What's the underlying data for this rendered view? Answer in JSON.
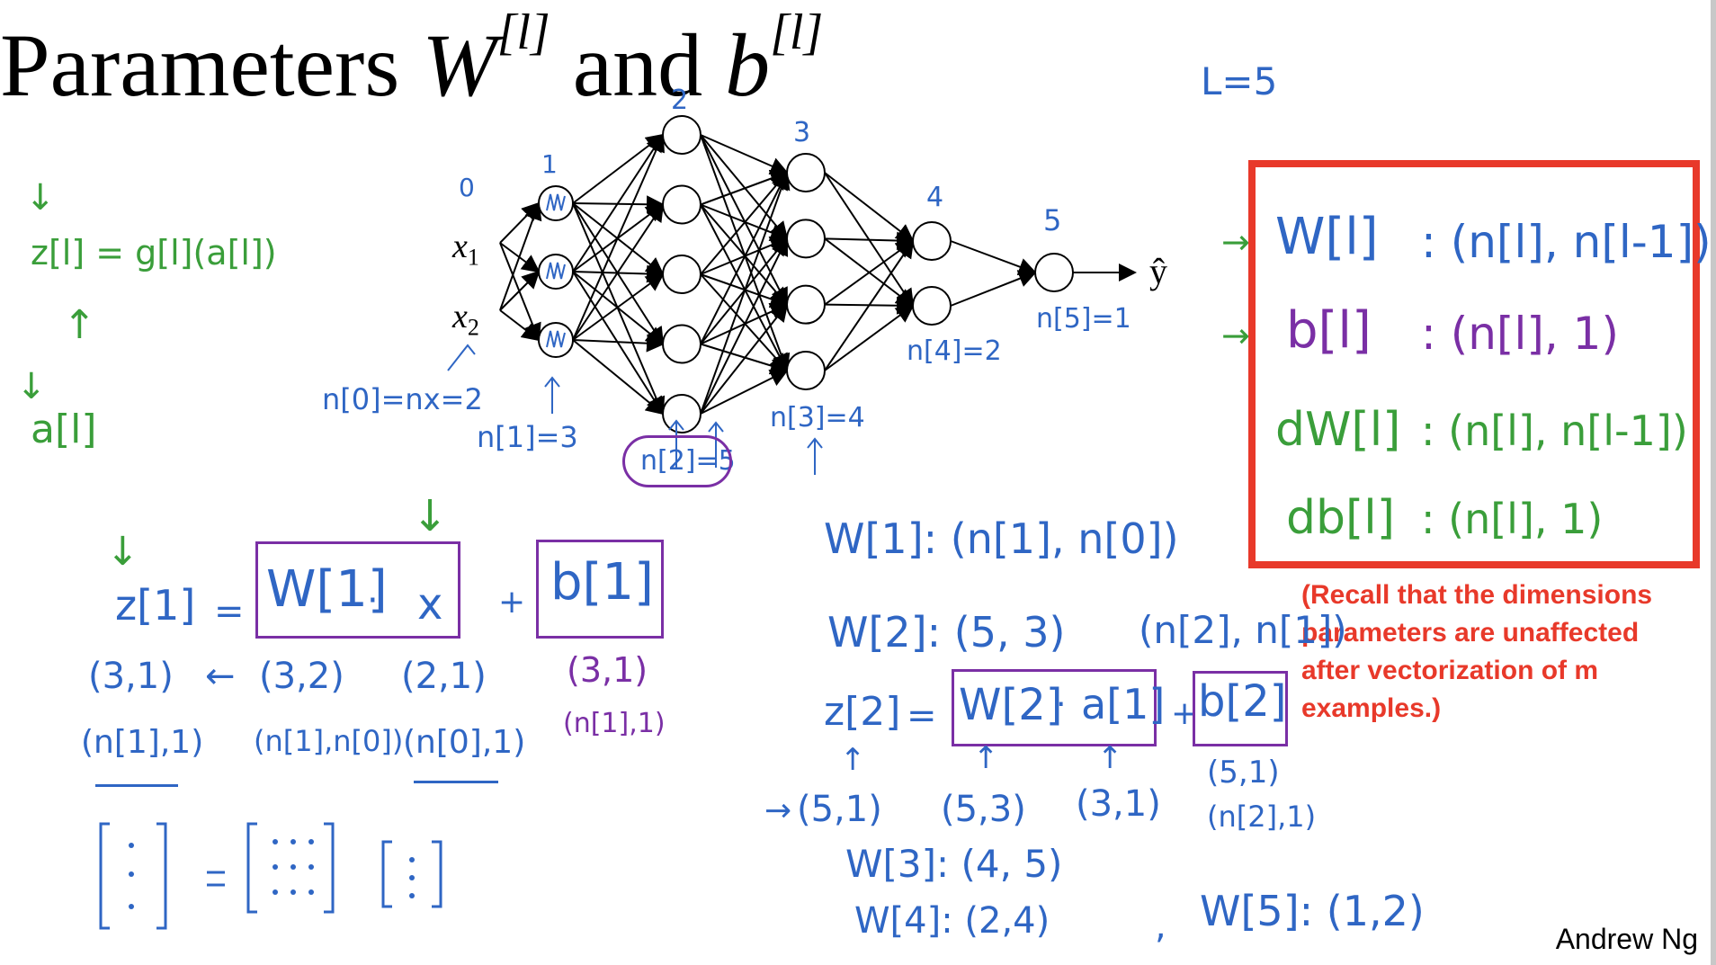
{
  "title": {
    "prefix": "Parameters ",
    "W": "W",
    "W_sup": "[l]",
    "and": " and ",
    "b": "b",
    "b_sup": "[l]"
  },
  "L_note": "L=5",
  "network": {
    "inputs": [
      {
        "base": "x",
        "sub": "1"
      },
      {
        "base": "x",
        "sub": "2"
      }
    ],
    "output": "ŷ",
    "layer_labels": [
      "0",
      "1",
      "2",
      "3",
      "4",
      "5"
    ],
    "layer_sizes": [
      2,
      3,
      5,
      4,
      2,
      1
    ],
    "layer_size_notes": [
      "n[0]=nx=2",
      "n[1]=3",
      "n[2]=5",
      "n[3]=4",
      "n[4]=2",
      "n[5]=1"
    ]
  },
  "left_notes": {
    "z_formula": "z[l] = g[l](a[l])",
    "a": "a[l]"
  },
  "red_box": {
    "rows": [
      {
        "lhs": "W[l]",
        "rhs": ": (n[l], n[l-1])"
      },
      {
        "lhs": "b[l]",
        "rhs": ": (n[l], 1)"
      },
      {
        "lhs": "dW[l]",
        "rhs": ": (n[l], n[l-1])"
      },
      {
        "lhs": "db[l]",
        "rhs": ": (n[l], 1)"
      }
    ]
  },
  "note_lines": [
    "(Recall that the dimensions",
    "parameters are unaffected",
    "after vectorization of m",
    "examples.)"
  ],
  "bottom_left": {
    "eq": [
      "z[1]",
      "=",
      "W[1]",
      "·",
      "x",
      "+",
      "b[1]"
    ],
    "dims1": [
      "(3,1)",
      "←",
      "(3,2)",
      "(2,1)",
      "(3,1)"
    ],
    "dims2": [
      "(n[1],1)",
      "(n[1],n[0])",
      "(n[0],1)",
      "(n[1],1)"
    ]
  },
  "bottom_right": {
    "w1": "W[1]: (n[1], n[0])",
    "w2": "W[2]: (5, 3)",
    "w2_gen": "(n[2], n[1])",
    "eq": [
      "z[2]",
      "=",
      "W[2]",
      "·",
      "a[1]",
      "+",
      "b[2]"
    ],
    "dims_arrow": "→",
    "dims": [
      "(5,1)",
      "(5,3)",
      "(3,1)",
      "(5,1)",
      "(n[2],1)"
    ],
    "w3": "W[3]: (4, 5)",
    "w4": "W[4]: (2,4)",
    "sep": ",",
    "w5": "W[5]: (1,2)"
  },
  "author": "Andrew Ng"
}
